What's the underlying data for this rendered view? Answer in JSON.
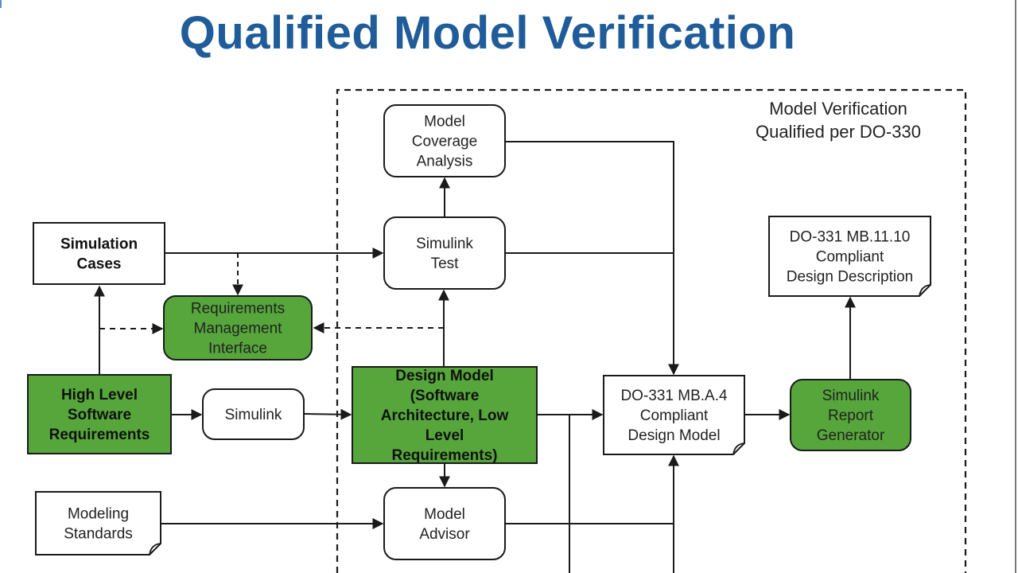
{
  "title": "Qualified Model Verification",
  "colors": {
    "title": "#1f5c99",
    "green_fill": "#56a63b",
    "stroke": "#1a1a1a",
    "white_fill": "#ffffff"
  },
  "region": {
    "label_lines": [
      "Model Verification",
      "Qualified per DO-330"
    ]
  },
  "nodes": {
    "simulation_cases": {
      "lines": [
        "Simulation",
        "Cases"
      ],
      "style": "rect",
      "fill": "white",
      "bold": true
    },
    "req_mgmt": {
      "lines": [
        "Requirements",
        "Management",
        "Interface"
      ],
      "style": "rounded",
      "fill": "green",
      "bold": false
    },
    "hlsr": {
      "lines": [
        "High Level",
        "Software",
        "Requirements"
      ],
      "style": "rect",
      "fill": "green",
      "bold": true
    },
    "simulink": {
      "lines": [
        "Simulink"
      ],
      "style": "rounded",
      "fill": "white",
      "bold": false
    },
    "design_model": {
      "lines": [
        "Design Model",
        "(Software",
        "Architecture, Low",
        "Level",
        "Requirements)"
      ],
      "style": "rect",
      "fill": "green",
      "bold": true
    },
    "modeling_standards": {
      "lines": [
        "Modeling",
        "Standards"
      ],
      "style": "document",
      "fill": "white",
      "bold": false
    },
    "model_coverage": {
      "lines": [
        "Model",
        "Coverage",
        "Analysis"
      ],
      "style": "rounded",
      "fill": "white",
      "bold": false
    },
    "simulink_test": {
      "lines": [
        "Simulink",
        "Test"
      ],
      "style": "rounded",
      "fill": "white",
      "bold": false
    },
    "model_advisor": {
      "lines": [
        "Model",
        "Advisor"
      ],
      "style": "rounded",
      "fill": "white",
      "bold": false
    },
    "do331_design_model": {
      "lines": [
        "DO-331 MB.A.4",
        "Compliant",
        "Design Model"
      ],
      "style": "document",
      "fill": "white",
      "bold": false
    },
    "report_generator": {
      "lines": [
        "Simulink",
        "Report",
        "Generator"
      ],
      "style": "rounded",
      "fill": "green",
      "bold": false
    },
    "do331_design_desc": {
      "lines": [
        "DO-331 MB.11.10",
        "Compliant",
        "Design Description"
      ],
      "style": "document",
      "fill": "white",
      "bold": false
    }
  },
  "edges": [
    {
      "from": "hlsr",
      "to": "simulation_cases",
      "type": "solid"
    },
    {
      "from": "hlsr",
      "to": "req_mgmt",
      "type": "dashed"
    },
    {
      "from": "simulation_cases",
      "to": "req_mgmt",
      "type": "dashed"
    },
    {
      "from": "design_model",
      "to": "req_mgmt",
      "type": "dashed"
    },
    {
      "from": "simulation_cases",
      "to": "simulink_test",
      "type": "solid"
    },
    {
      "from": "hlsr",
      "to": "simulink",
      "type": "solid"
    },
    {
      "from": "simulink",
      "to": "design_model",
      "type": "solid"
    },
    {
      "from": "design_model",
      "to": "simulink_test",
      "type": "solid"
    },
    {
      "from": "simulink_test",
      "to": "model_coverage",
      "type": "solid"
    },
    {
      "from": "design_model",
      "to": "model_advisor",
      "type": "solid"
    },
    {
      "from": "modeling_standards",
      "to": "model_advisor",
      "type": "solid"
    },
    {
      "from": "design_model",
      "to": "do331_design_model",
      "type": "solid"
    },
    {
      "from": "model_coverage",
      "to": "do331_design_model",
      "type": "solid"
    },
    {
      "from": "simulink_test",
      "to": "do331_design_model",
      "type": "solid"
    },
    {
      "from": "model_advisor",
      "to": "do331_design_model",
      "type": "solid"
    },
    {
      "from": "do331_design_model",
      "to": "report_generator",
      "type": "solid"
    },
    {
      "from": "report_generator",
      "to": "do331_design_desc",
      "type": "solid"
    }
  ]
}
